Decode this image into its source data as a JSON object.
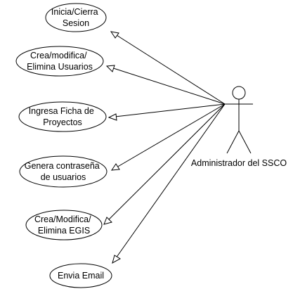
{
  "actor": {
    "name": "Administrador del SSCO"
  },
  "use_cases": [
    {
      "lines": [
        "Inicia/Cierra",
        "Sesion"
      ]
    },
    {
      "lines": [
        "Crea/modifica/",
        "Elimina Usuarios"
      ]
    },
    {
      "lines": [
        "Ingresa Ficha de",
        "Proyectos"
      ]
    },
    {
      "lines": [
        "Genera contraseña",
        "de usuarios"
      ]
    },
    {
      "lines": [
        "Crea/Modifica/",
        "Elimina EGIS"
      ]
    },
    {
      "lines": [
        "Envia Email"
      ]
    }
  ]
}
